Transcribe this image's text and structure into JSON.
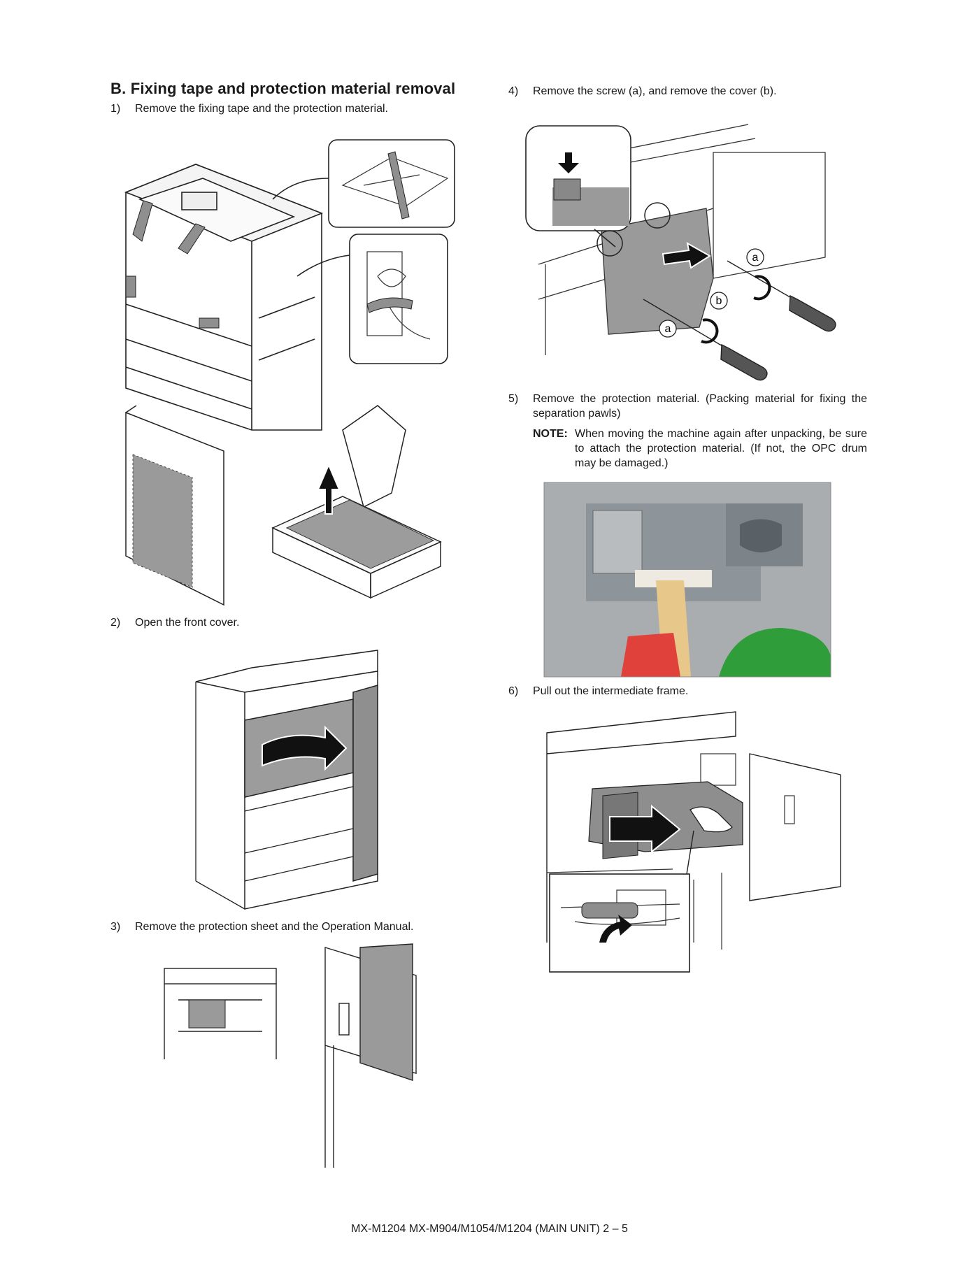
{
  "section": {
    "title": "B.  Fixing tape and protection material removal"
  },
  "steps": [
    {
      "number": "1)",
      "text": "Remove the fixing tape and the protection material."
    },
    {
      "number": "2)",
      "text": "Open the front cover."
    },
    {
      "number": "3)",
      "text": "Remove the protection sheet and the Operation Manual."
    },
    {
      "number": "4)",
      "text": "Remove the screw (a), and remove the cover (b)."
    },
    {
      "number": "5)",
      "text": "Remove the protection material. (Packing material for fixing the separation pawls)"
    },
    {
      "number": "6)",
      "text": "Pull out the intermediate frame."
    }
  ],
  "note": {
    "label": "NOTE:",
    "text": "When moving the machine again after unpacking, be sure to attach the protection material. (If not, the OPC drum may be damaged.)"
  },
  "figure4_labels": {
    "screw": "a",
    "cover": "b"
  },
  "footer": "MX-M1204  MX-M904/M1054/M1204 (MAIN UNIT)  2 – 5",
  "colors": {
    "text": "#1a1a1a",
    "gray_fill": "#9a9a9a",
    "photo_green": "#2f9d3a",
    "photo_red": "#e0413a"
  }
}
